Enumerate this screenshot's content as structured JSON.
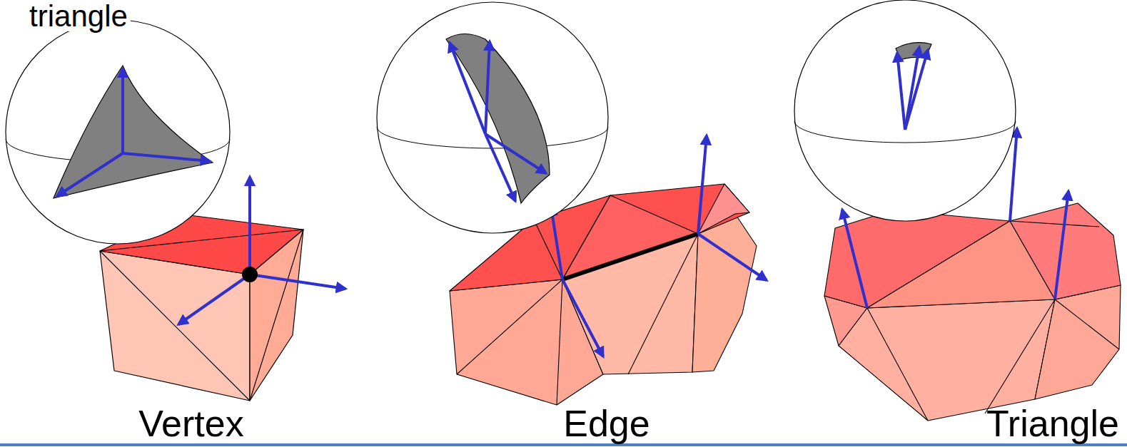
{
  "diagram": {
    "labels": [
      "triangle",
      "Vertex",
      "Edge",
      "Triangle"
    ]
  }
}
